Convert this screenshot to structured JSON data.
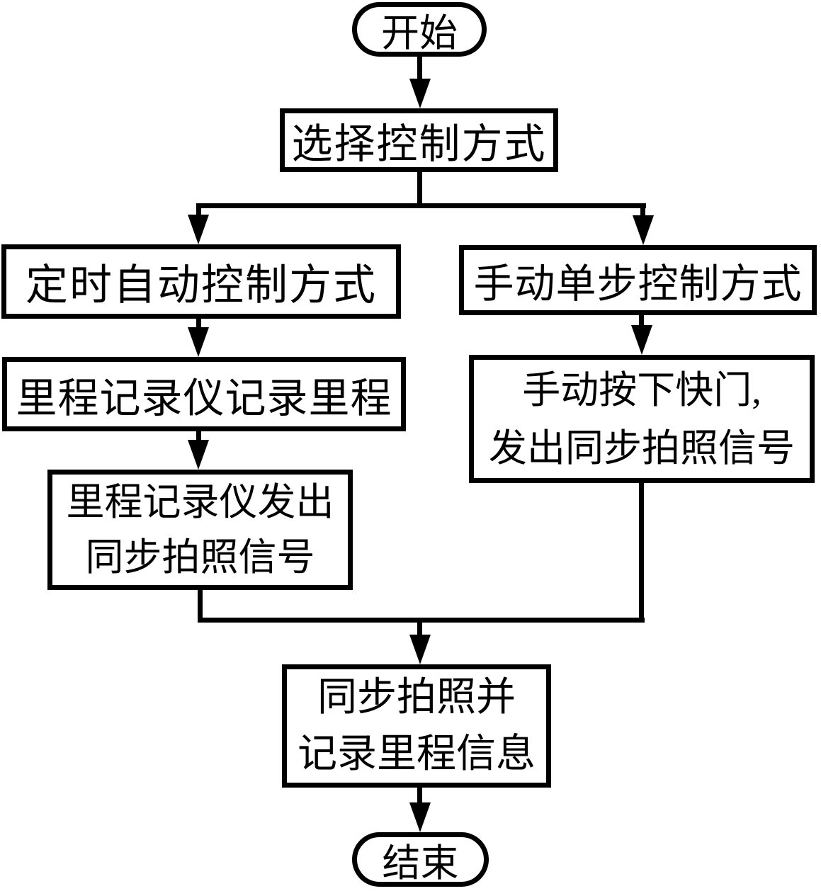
{
  "flowchart": {
    "title": "synchronized-photo-and-mileage-recording-flowchart",
    "colors": {
      "background": "#ffffff",
      "line": "#000000",
      "text": "#000000"
    },
    "nodes": {
      "start": {
        "label": "开始",
        "shape": "stadium"
      },
      "select": {
        "label": "选择控制方式",
        "shape": "rect"
      },
      "auto": {
        "label": "定时自动控制方式",
        "shape": "rect"
      },
      "record": {
        "label": "里程记录仪记录里程",
        "shape": "rect"
      },
      "auto_signal": {
        "label": "里程记录仪发出\n同步拍照信号",
        "shape": "rect"
      },
      "manual": {
        "label": "手动单步控制方式",
        "shape": "rect"
      },
      "manual_signal": {
        "label": "手动按下快门,\n发出同步拍照信号",
        "shape": "rect"
      },
      "merge": {
        "label": "同步拍照并\n记录里程信息",
        "shape": "rect"
      },
      "end": {
        "label": "结束",
        "shape": "stadium"
      }
    },
    "edges": [
      {
        "from": "start",
        "to": "select"
      },
      {
        "from": "select",
        "to": "auto"
      },
      {
        "from": "select",
        "to": "manual"
      },
      {
        "from": "auto",
        "to": "record"
      },
      {
        "from": "record",
        "to": "auto_signal"
      },
      {
        "from": "manual",
        "to": "manual_signal"
      },
      {
        "from": "auto_signal",
        "to": "merge"
      },
      {
        "from": "manual_signal",
        "to": "merge"
      },
      {
        "from": "merge",
        "to": "end"
      }
    ]
  }
}
